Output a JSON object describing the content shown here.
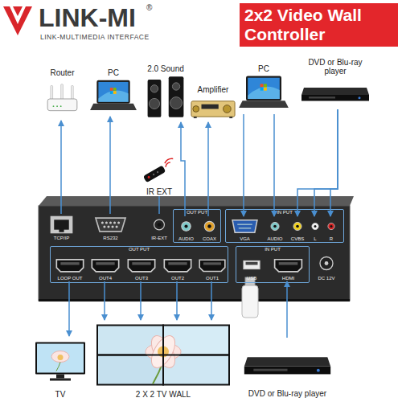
{
  "diagram": {
    "title": "2x2 Video Wall Controller",
    "nodes": [
      {
        "text": [
          "Router"
        ]
      },
      {
        "text": [
          "PC"
        ]
      },
      {
        "text": [
          "2.0 Sound"
        ]
      },
      {
        "text": [
          "Amplifier"
        ]
      },
      {
        "text": [
          "PC"
        ]
      },
      {
        "text": [
          "DVD or Blu-ray player"
        ]
      },
      {
        "text": [
          "IR EXT"
        ]
      },
      {
        "text": [
          "TCP/IP"
        ]
      },
      {
        "text": [
          "RS232"
        ]
      },
      {
        "text": [
          "IR-EXT"
        ]
      },
      {
        "text": [
          "OUT PUT"
        ]
      },
      {
        "text": [
          "AUDIO"
        ],
        "in": 10
      },
      {
        "text": [
          "COAX"
        ],
        "in": 10
      },
      {
        "text": [
          "IN PUT"
        ]
      },
      {
        "text": [
          "VGA"
        ],
        "in": 13
      },
      {
        "text": [
          "AUDIO"
        ],
        "in": 13
      },
      {
        "text": [
          "CVBS"
        ],
        "in": 13
      },
      {
        "text": [
          "L"
        ],
        "in": 13
      },
      {
        "text": [
          "R"
        ],
        "in": 13
      },
      {
        "text": [
          "OUT PUT"
        ]
      },
      {
        "text": [
          "LOOP OUT"
        ],
        "in": 19
      },
      {
        "text": [
          "OUT4"
        ],
        "in": 19
      },
      {
        "text": [
          "OUT3"
        ],
        "in": 19
      },
      {
        "text": [
          "OUT2"
        ],
        "in": 19
      },
      {
        "text": [
          "OUT1"
        ],
        "in": 19
      },
      {
        "text": [
          "IN PUT"
        ]
      },
      {
        "text": [
          "USB"
        ],
        "in": 25
      },
      {
        "text": [
          "HDMI"
        ],
        "in": 25
      },
      {
        "text": [
          "DC 12V"
        ]
      },
      {
        "text": [
          "TV"
        ]
      },
      {
        "text": [
          "2 X 2 TV WALL"
        ]
      },
      {
        "text": [
          "DVD or Blu-ray player"
        ]
      }
    ],
    "edges": [
      {
        "from": 7,
        "to": 0,
        "arrow": "to"
      },
      {
        "from": 8,
        "to": 1,
        "arrow": "to"
      },
      {
        "from": 11,
        "to": 2,
        "arrow": "to"
      },
      {
        "from": 12,
        "to": 3,
        "arrow": "to"
      },
      {
        "from": 6,
        "to": 9,
        "arrow": "none"
      },
      {
        "from": 4,
        "to": 14,
        "arrow": "to"
      },
      {
        "from": 4,
        "to": 15,
        "arrow": "to"
      },
      {
        "from": 5,
        "to": 16,
        "arrow": "to"
      },
      {
        "from": 5,
        "to": 17,
        "arrow": "to"
      },
      {
        "from": 5,
        "to": 18,
        "arrow": "to"
      },
      {
        "from": 20,
        "to": 29,
        "arrow": "to"
      },
      {
        "from": 21,
        "to": 30,
        "arrow": "to"
      },
      {
        "from": 22,
        "to": 30,
        "arrow": "to"
      },
      {
        "from": 23,
        "to": 30,
        "arrow": "to"
      },
      {
        "from": 24,
        "to": 30,
        "arrow": "to"
      },
      {
        "from": 31,
        "to": 27,
        "arrow": "to"
      }
    ],
    "labels": [
      "LINK-MI",
      "®",
      "LINK-MULTIMEDIA INTERFACE"
    ]
  }
}
